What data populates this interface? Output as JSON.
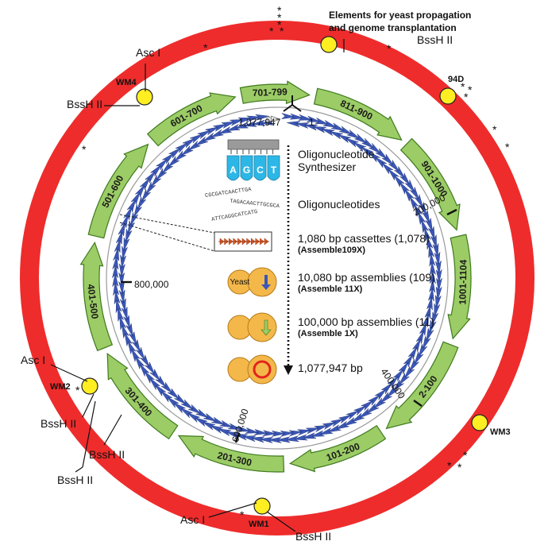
{
  "title": {
    "line1": "Elements for yeast propagation",
    "line2": "and genome transplantation"
  },
  "colors": {
    "outer_ring": "#ee2c2c",
    "segment": "#9ccc66",
    "segment_stroke": "#3e7a1e",
    "gene_arrow": "#3b57b7",
    "marker": "#ffee22",
    "cell": "#f4b84a"
  },
  "segments": [
    "811-900",
    "901-1000",
    "1001-1104",
    "2-100",
    "101-200",
    "201-300",
    "301-400",
    "401-500",
    "501-600",
    "601-700",
    "701-799"
  ],
  "markers": {
    "wm4": "WM4",
    "wm2": "WM2",
    "wm3": "WM3",
    "wm1": "WM1",
    "d94": "94D"
  },
  "sites": {
    "ascI_top": "Asc I",
    "bssh_wm4": "BssH II",
    "bssh_top": "BssH II",
    "ascI_wm2": "Asc I",
    "bssh_wm2a": "BssH II",
    "bssh_wm2b": "BssH II",
    "bssh_wm2c": "BssH II",
    "ascI_bottom": "Asc I",
    "bssh_bottom": "BssH II"
  },
  "coords": {
    "start_left": "1,077,947",
    "start_right": "1",
    "c200k": "200,000",
    "c400k": "400,000",
    "c600k": "600,000",
    "c800k": "800,000"
  },
  "synthesizer": {
    "letters": [
      "A",
      "G",
      "C",
      "T"
    ]
  },
  "oligo_sequences": [
    "CGCGATCAACTTGA",
    "TAGACAACTTGCGCA",
    "ATTCAGGCATCATG"
  ],
  "yeast_label": "Yeast",
  "steps": [
    {
      "main": "Oligonucleotide\nSynthesizer",
      "sub": ""
    },
    {
      "main": "Oligonucleotides",
      "sub": ""
    },
    {
      "main": "1,080 bp cassettes (1,078)",
      "sub": "(Assemble109X)"
    },
    {
      "main": "10,080 bp assemblies (109)",
      "sub": "(Assemble 11X)"
    },
    {
      "main": "100,000 bp assemblies (11)",
      "sub": "(Assemble 1X)"
    },
    {
      "main": "1,077,947 bp",
      "sub": ""
    }
  ]
}
